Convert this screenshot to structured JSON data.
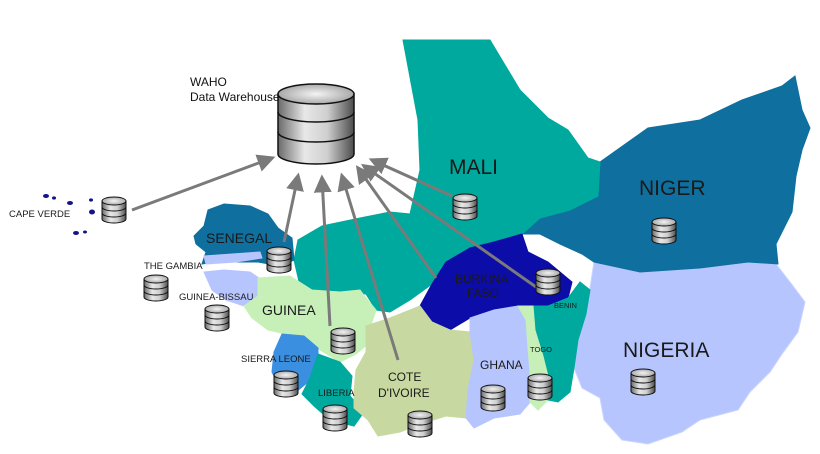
{
  "warehouse": {
    "title_line1": "WAHO",
    "title_line2": "Data Warehouse"
  },
  "countries": [
    {
      "id": "mali",
      "label": "MALI",
      "color": "#00a99d"
    },
    {
      "id": "niger",
      "label": "NIGER",
      "color": "#0f6f9e"
    },
    {
      "id": "nigeria",
      "label": "NIGERIA",
      "color": "#b7c5ff"
    },
    {
      "id": "burkina",
      "label_line1": "BURKINA",
      "label_line2": "FASO",
      "color": "#0c0ca8"
    },
    {
      "id": "senegal",
      "label": "SENEGAL",
      "color": "#0f6f9e"
    },
    {
      "id": "gambia",
      "label": "THE GAMBIA",
      "color": "#b7c5ff"
    },
    {
      "id": "guinea-bissau",
      "label": "GUINEA-BISSAU",
      "color": "#b7c5ff"
    },
    {
      "id": "guinea",
      "label": "GUINEA",
      "color": "#c6f0b8"
    },
    {
      "id": "sierra-leone",
      "label": "SIERRA LEONE",
      "color": "#3a8fe0"
    },
    {
      "id": "liberia",
      "label": "LIBERIA",
      "color": "#00a99d"
    },
    {
      "id": "cote-divoire",
      "label_line1": "COTE",
      "label_line2": "D'IVOIRE",
      "color": "#c7d9a0"
    },
    {
      "id": "ghana",
      "label": "GHANA",
      "color": "#b7c5ff"
    },
    {
      "id": "togo",
      "label": "TOGO",
      "color": "#c6f0b8"
    },
    {
      "id": "benin",
      "label": "BENIN",
      "color": "#00a99d"
    },
    {
      "id": "cape-verde",
      "label": "CAPE VERDE",
      "color": "#14148a"
    }
  ],
  "icons": {
    "database": "database-icon",
    "arrow": "arrow-line"
  }
}
